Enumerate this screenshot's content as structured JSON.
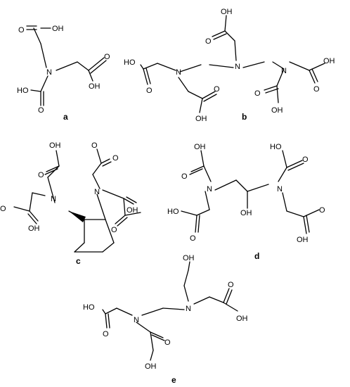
{
  "atoms": {
    "n": "N",
    "oh": "OH",
    "ho": "HO",
    "o": "O"
  },
  "structures": [
    {
      "label": "a"
    },
    {
      "label": "b"
    },
    {
      "label": "c"
    },
    {
      "label": "d"
    },
    {
      "label": "e"
    }
  ]
}
